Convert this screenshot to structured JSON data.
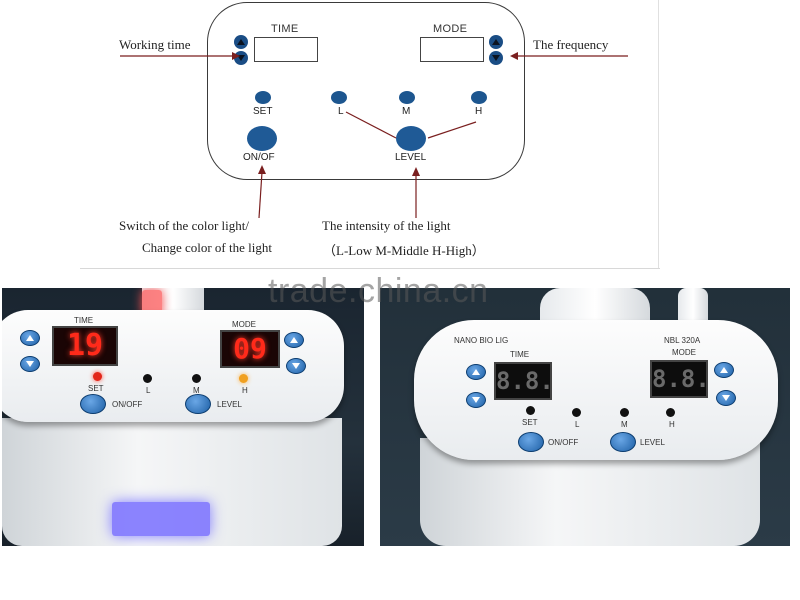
{
  "diagram": {
    "time_label": "TIME",
    "mode_label": "MODE",
    "set_label": "SET",
    "l_label": "L",
    "m_label": "M",
    "h_label": "H",
    "onof_label": "ON/OF",
    "level_label": "LEVEL",
    "working_time": "Working time",
    "frequency": "The frequency",
    "switch_line1": "Switch of the color light/",
    "switch_line2": "Change color of the light",
    "intensity_line1": "The intensity of the light",
    "intensity_line2": "（L-Low    M-Middle    H-High）"
  },
  "photo_left": {
    "time_label": "TIME",
    "mode_label": "MODE",
    "time_value": "19",
    "mode_value": "09",
    "set_label": "SET",
    "l_label": "L",
    "m_label": "M",
    "h_label": "H",
    "onoff_label": "ON/OFF",
    "level_label": "LEVEL"
  },
  "photo_right": {
    "brand_text": "NANO BIO LIG",
    "model_text": "NBL 320A",
    "time_label": "TIME",
    "mode_label": "MODE",
    "time_value": "8.8.",
    "mode_value": "8.8.",
    "set_label": "SET",
    "l_label": "L",
    "m_label": "M",
    "h_label": "H",
    "onoff_label": "ON/OFF",
    "level_label": "LEVEL"
  },
  "watermark": "trade.china.cn",
  "colors": {
    "button_blue": "#1f5a96",
    "led_red": "#ff2a1a",
    "panel_white": "#f5f6f7",
    "leader_line": "#7a1f1f"
  }
}
